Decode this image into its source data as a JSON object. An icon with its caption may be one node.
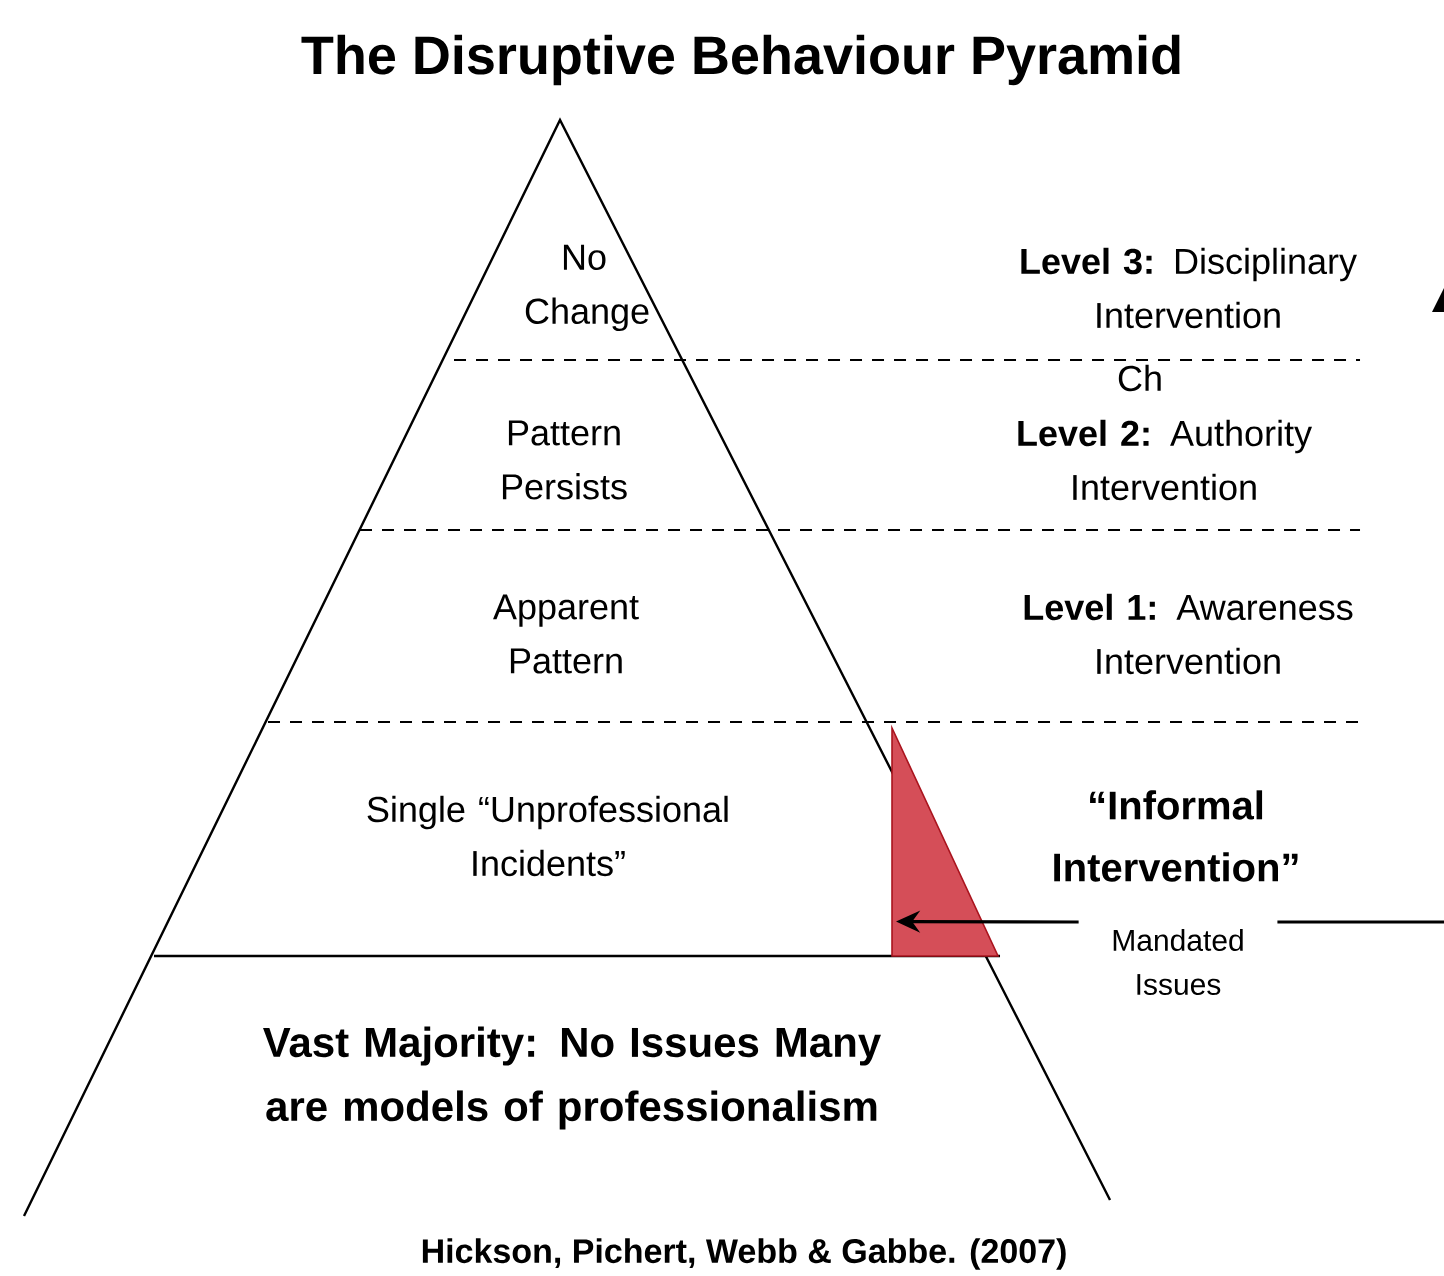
{
  "diagram": {
    "title": "The Disruptive Behaviour Pyramid",
    "caption": "Hickson, Pichert, Webb & Gabbe. (2007)",
    "nodes": [
      {
        "text": [],
        "shape": "triangle"
      },
      {
        "text": [
          "Mandated Issues"
        ]
      }
    ],
    "edges": [
      {
        "from": null,
        "to": 1,
        "arrow": "none"
      },
      {
        "from": 1,
        "to": 0,
        "arrow": "to"
      }
    ],
    "labels": [
      "No Change",
      "**Level 3:** Disciplinary Intervention",
      "Ch",
      "Pattern Persists",
      "**Level 2:** Authority Intervention",
      "Apparent Pattern",
      "**Level 1:** Awareness Intervention",
      "Single “Unprofessional Incidents”",
      "“Informal Intervention”",
      "Vast Majority: No Issues Many are models of professionalism"
    ]
  }
}
